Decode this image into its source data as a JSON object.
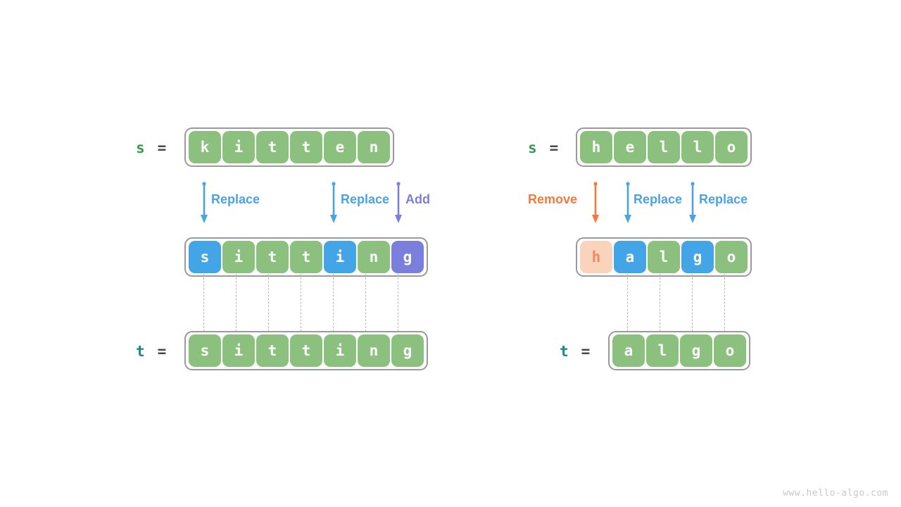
{
  "watermark": "www.hello-algo.com",
  "colors": {
    "green": "#8cc07e",
    "blue": "#44a5e6",
    "purple": "#7b7fdc",
    "peach": "#fad3bd",
    "orange": "#f5793b",
    "var_green": "#3a9b4e",
    "var_teal": "#1d8a82",
    "box_border": "#9a9a9a",
    "dotted": "#b8b8b8"
  },
  "left": {
    "source": {
      "var_name": "s",
      "equals": "=",
      "chars": [
        {
          "ch": "k",
          "state": "green"
        },
        {
          "ch": "i",
          "state": "green"
        },
        {
          "ch": "t",
          "state": "green"
        },
        {
          "ch": "t",
          "state": "green"
        },
        {
          "ch": "e",
          "state": "green"
        },
        {
          "ch": "n",
          "state": "green"
        }
      ]
    },
    "operations": [
      {
        "label": "Replace",
        "color": "blue",
        "target_index": 0
      },
      {
        "label": "Replace",
        "color": "blue",
        "target_index": 4
      },
      {
        "label": "Add",
        "color": "purple",
        "target_index": 6
      }
    ],
    "intermediate": {
      "chars": [
        {
          "ch": "s",
          "state": "blue"
        },
        {
          "ch": "i",
          "state": "green"
        },
        {
          "ch": "t",
          "state": "green"
        },
        {
          "ch": "t",
          "state": "green"
        },
        {
          "ch": "i",
          "state": "blue"
        },
        {
          "ch": "n",
          "state": "green"
        },
        {
          "ch": "g",
          "state": "purple"
        }
      ]
    },
    "target": {
      "var_name": "t",
      "equals": "=",
      "chars": [
        {
          "ch": "s",
          "state": "green"
        },
        {
          "ch": "i",
          "state": "green"
        },
        {
          "ch": "t",
          "state": "green"
        },
        {
          "ch": "t",
          "state": "green"
        },
        {
          "ch": "i",
          "state": "green"
        },
        {
          "ch": "n",
          "state": "green"
        },
        {
          "ch": "g",
          "state": "green"
        }
      ]
    }
  },
  "right": {
    "source": {
      "var_name": "s",
      "equals": "=",
      "chars": [
        {
          "ch": "h",
          "state": "green"
        },
        {
          "ch": "e",
          "state": "green"
        },
        {
          "ch": "l",
          "state": "green"
        },
        {
          "ch": "l",
          "state": "green"
        },
        {
          "ch": "o",
          "state": "green"
        }
      ]
    },
    "operations": [
      {
        "label": "Remove",
        "color": "orange",
        "target_index": 0
      },
      {
        "label": "Replace",
        "color": "blue",
        "target_index": 1
      },
      {
        "label": "Replace",
        "color": "blue",
        "target_index": 3
      }
    ],
    "intermediate": {
      "chars": [
        {
          "ch": "h",
          "state": "peach"
        },
        {
          "ch": "a",
          "state": "blue"
        },
        {
          "ch": "l",
          "state": "green"
        },
        {
          "ch": "g",
          "state": "blue"
        },
        {
          "ch": "o",
          "state": "green"
        }
      ]
    },
    "target": {
      "var_name": "t",
      "equals": "=",
      "chars": [
        {
          "ch": "a",
          "state": "green"
        },
        {
          "ch": "l",
          "state": "green"
        },
        {
          "ch": "g",
          "state": "green"
        },
        {
          "ch": "o",
          "state": "green"
        }
      ]
    }
  }
}
